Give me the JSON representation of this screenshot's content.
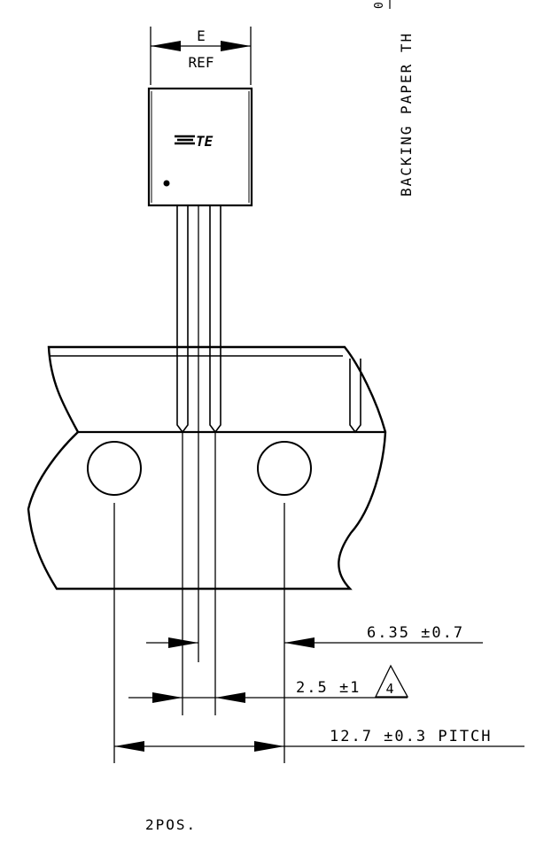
{
  "drawing": {
    "top_dim": {
      "label": "E",
      "sublabel": "REF"
    },
    "side_note": {
      "text": "BACKING PAPER TH",
      "fraction_digit": "0"
    },
    "logo": {
      "text": "TE"
    },
    "dimensions": [
      {
        "text": "6.35 ±0.7"
      },
      {
        "text": "2.5 ±1",
        "flag": "4"
      },
      {
        "text": "12.7 ±0.3 PITCH"
      }
    ],
    "footer": {
      "text": "2POS."
    }
  }
}
